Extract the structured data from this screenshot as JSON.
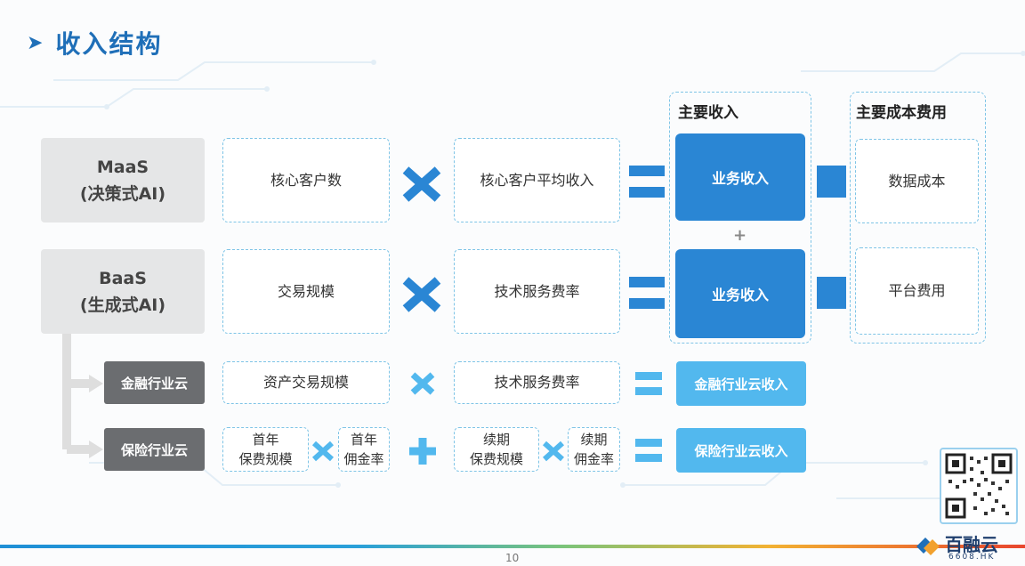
{
  "title": "收入结构",
  "headers": {
    "main_revenue": "主要收入",
    "main_cost": "主要成本费用"
  },
  "rows": {
    "maas": {
      "label_line1": "MaaS",
      "label_line2": "(决策式AI)",
      "factor1": "核心客户数",
      "factor2": "核心客户平均收入",
      "result": "业务收入",
      "cost": "数据成本"
    },
    "baas": {
      "label_line1": "BaaS",
      "label_line2": "(生成式AI)",
      "factor1": "交易规模",
      "factor2": "技术服务费率",
      "result": "业务收入",
      "cost": "平台费用"
    },
    "finance": {
      "label": "金融行业云",
      "factor1": "资产交易规模",
      "factor2": "技术服务费率",
      "result": "金融行业云收入"
    },
    "insurance": {
      "label": "保险行业云",
      "f1_line1": "首年",
      "f1_line2": "保费规模",
      "f2_line1": "首年",
      "f2_line2": "佣金率",
      "f3_line1": "续期",
      "f3_line2": "保费规模",
      "f4_line1": "续期",
      "f4_line2": "佣金率",
      "result": "保险行业云收入"
    }
  },
  "plus_between": "+",
  "page_number": "10",
  "logo": {
    "name": "百融云",
    "sub": "6608.HK"
  },
  "icons": [
    "arrow-right-icon",
    "multiply-icon",
    "equals-icon",
    "plus-icon",
    "qr-code-icon",
    "logo-icon"
  ],
  "colors": {
    "primary_blue": "#2a86d4",
    "light_blue": "#52b8ee",
    "title_blue": "#1f6fb8"
  }
}
